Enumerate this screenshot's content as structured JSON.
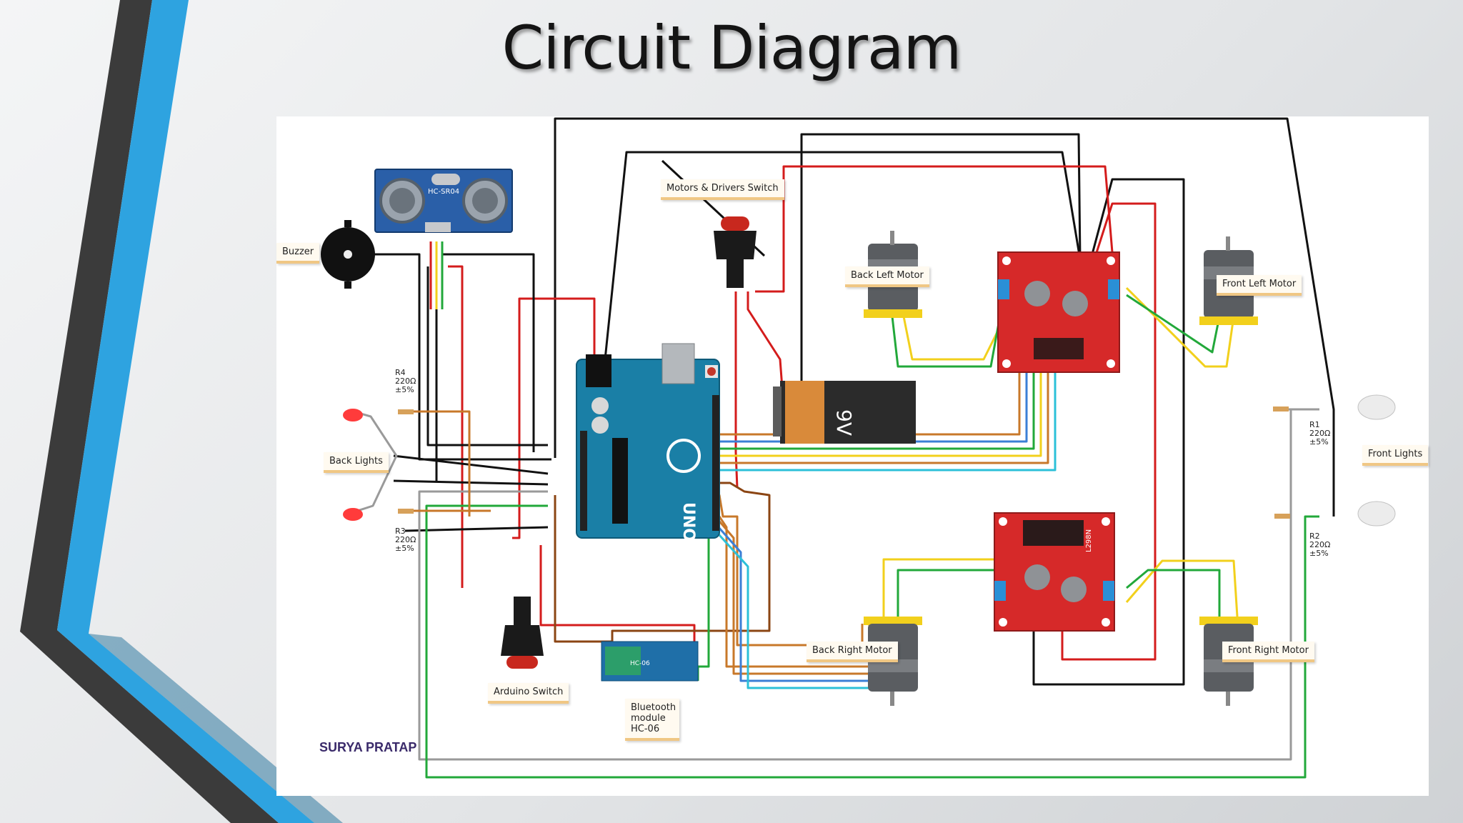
{
  "slide": {
    "title": "Circuit Diagram",
    "author": "SURYA PRATAP"
  },
  "labels": {
    "buzzer": "Buzzer",
    "switch_motors": "Motors & Drivers Switch",
    "back_left_motor": "Back Left Motor",
    "front_left_motor": "Front Left Motor",
    "back_lights": "Back Lights",
    "front_lights": "Front Lights",
    "back_right_motor": "Back Right Motor",
    "front_right_motor": "Front Right Motor",
    "arduino_switch": "Arduino Switch",
    "bluetooth": [
      "Bluetooth",
      "module",
      "HC-06"
    ]
  },
  "resistors": {
    "r4": [
      "R4",
      "220Ω",
      "±5%"
    ],
    "r3": [
      "R3",
      "220Ω",
      "±5%"
    ],
    "r1": [
      "R1",
      "220Ω",
      "±5%"
    ],
    "r2": [
      "R2",
      "220Ω",
      "±5%"
    ]
  },
  "components": {
    "sensor_name": "HC-SR04",
    "battery_label": "9V",
    "board_name": "UNO",
    "driver_name": "L298N",
    "bt_chip": "HC-06"
  },
  "colors": {
    "accent_blue": "#2ea3e0",
    "accent_dark": "#3c3c3c",
    "wire_red": "#d41c1c",
    "wire_black": "#111111",
    "wire_green": "#22a83a",
    "wire_yellow": "#f2d01c",
    "wire_orange": "#c8782a",
    "wire_blue": "#3b7fd6",
    "wire_cyan": "#2cc0d8",
    "wire_grey": "#9a9a9a",
    "board_teal": "#1a7fa6",
    "driver_red": "#d62929"
  }
}
